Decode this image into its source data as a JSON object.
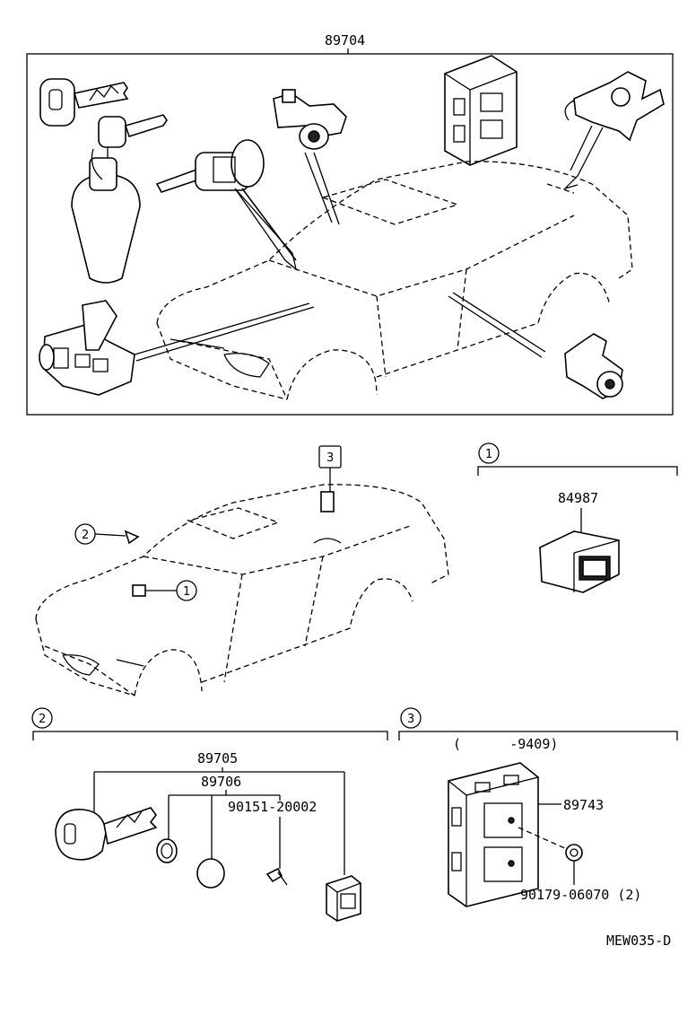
{
  "diagram": {
    "top_assembly_part": "89704",
    "callout_1_part": "84987",
    "callout_2_key_part": "89705",
    "callout_2_cover_part": "89706",
    "callout_2_screw_part": "90151-20002",
    "callout_3_date_range": "(      -9409)",
    "callout_3_ecu_part": "89743",
    "callout_3_nut_part": "90179-06070 (2)",
    "drawing_code": "MEW035-D",
    "callouts": [
      "1",
      "2",
      "3"
    ]
  }
}
